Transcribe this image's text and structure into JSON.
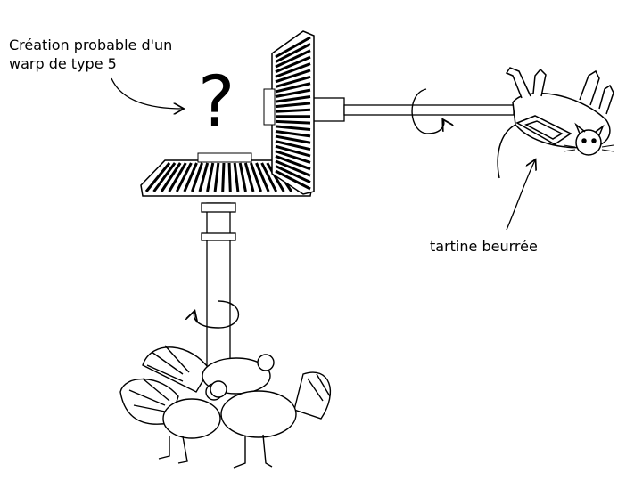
{
  "caption_line1": "Création probable d'un",
  "caption_line2": "warp de type 5",
  "question_mark": "?",
  "tartine_label": "tartine beurrée"
}
